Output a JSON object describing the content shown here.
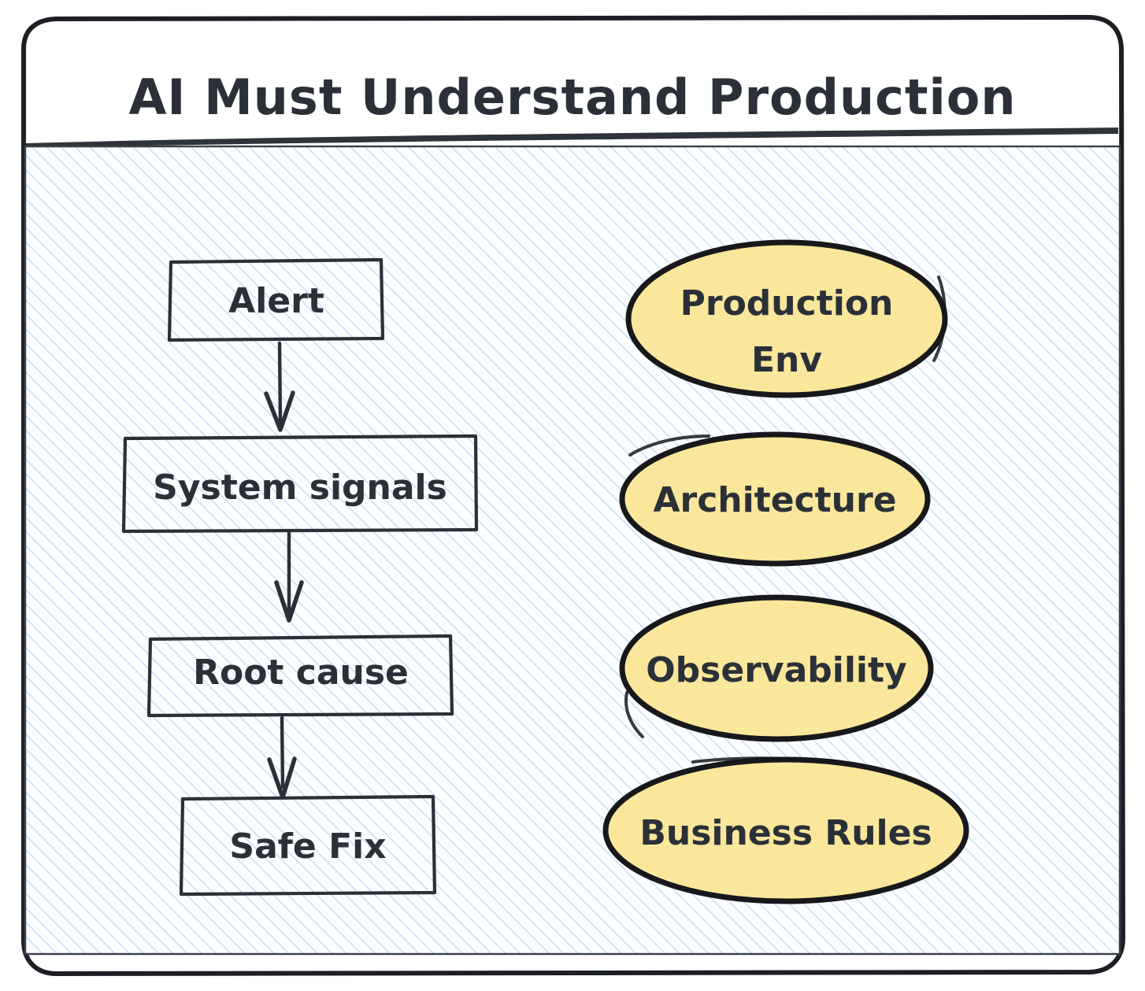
{
  "frame": {
    "title": "AI Must Understand Production",
    "background_color": "#ffffff",
    "border_color": "#1c1f24",
    "panel_hatch_color": "#bcd9f2",
    "panel_bg_color": "#fbfdff"
  },
  "flow": {
    "name": "incident-response-flow",
    "nodes": [
      {
        "id": "alert",
        "label": "Alert",
        "shape": "rect"
      },
      {
        "id": "system-signals",
        "label": "System signals",
        "shape": "rect"
      },
      {
        "id": "root-cause",
        "label": "Root cause",
        "shape": "rect"
      },
      {
        "id": "safe-fix",
        "label": "Safe Fix",
        "shape": "rect"
      }
    ],
    "edges": [
      {
        "from": "alert",
        "to": "system-signals"
      },
      {
        "from": "system-signals",
        "to": "root-cause"
      },
      {
        "from": "root-cause",
        "to": "safe-fix"
      }
    ]
  },
  "context": {
    "name": "production-context-nodes",
    "fill_color": "#fbe79b",
    "stroke_color": "#18181b",
    "nodes": [
      {
        "id": "production-env",
        "label_lines": [
          "Production",
          "Env"
        ],
        "label": "Production Env",
        "shape": "ellipse"
      },
      {
        "id": "architecture",
        "label_lines": [
          "Architecture"
        ],
        "label": "Architecture",
        "shape": "ellipse"
      },
      {
        "id": "observability",
        "label_lines": [
          "Observability"
        ],
        "label": "Observability",
        "shape": "ellipse"
      },
      {
        "id": "business-rules",
        "label_lines": [
          "Business Rules"
        ],
        "label": "Business Rules",
        "shape": "ellipse"
      }
    ]
  }
}
